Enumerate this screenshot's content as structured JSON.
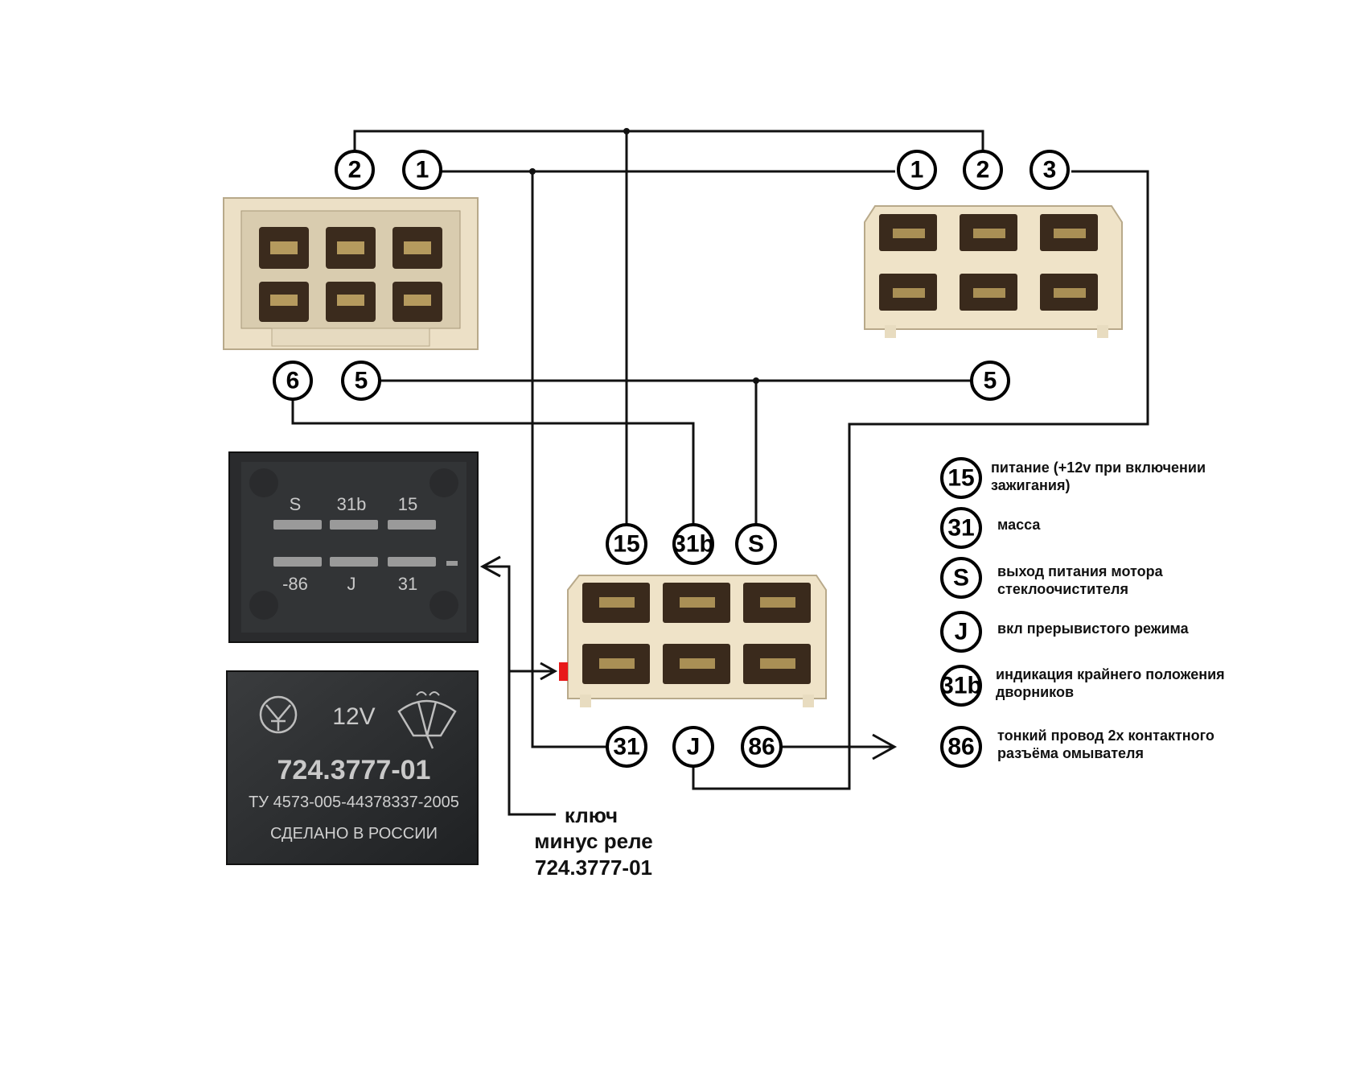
{
  "connector_top_left": {
    "top_pins": [
      "2",
      "1"
    ],
    "bottom_pins": [
      "6",
      "5"
    ]
  },
  "connector_top_right": {
    "top_pins": [
      "1",
      "2",
      "3"
    ],
    "bottom_pins": [
      "5"
    ]
  },
  "relay_connector": {
    "top_pins": [
      "15",
      "31b",
      "S"
    ],
    "bottom_pins": [
      "31",
      "J",
      "86"
    ]
  },
  "relay_pin_face": {
    "top_row": [
      "S",
      "31b",
      "15"
    ],
    "bottom_row": [
      "-86",
      "J",
      "31"
    ]
  },
  "relay_body": {
    "voltage": "12V",
    "model": "724.3777-01",
    "spec": "ТУ 4573-005-44378337-2005",
    "origin": "СДЕЛАНО В РОССИИ"
  },
  "key_caption": {
    "line1": "ключ",
    "line2": "минус реле",
    "line3": "724.3777-01"
  },
  "legend": [
    {
      "pin": "15",
      "lines": [
        "питание (+12v при включении",
        "зажигания)"
      ]
    },
    {
      "pin": "31",
      "lines": [
        "масса"
      ]
    },
    {
      "pin": "S",
      "lines": [
        "выход питания мотора",
        "стеклоочистителя"
      ]
    },
    {
      "pin": "J",
      "lines": [
        "вкл прерывистого режима"
      ]
    },
    {
      "pin": "31b",
      "lines": [
        "индикация крайнего положения",
        "дворников"
      ]
    },
    {
      "pin": "86",
      "lines": [
        "тонкий провод 2х контактного",
        "разъёма омывателя"
      ]
    }
  ],
  "colors": {
    "connector_plastic": "#efe3c8",
    "connector_cavity": "#3a2a1c",
    "relay_body": "#2b2d2f",
    "marker": "#e81a1a"
  }
}
